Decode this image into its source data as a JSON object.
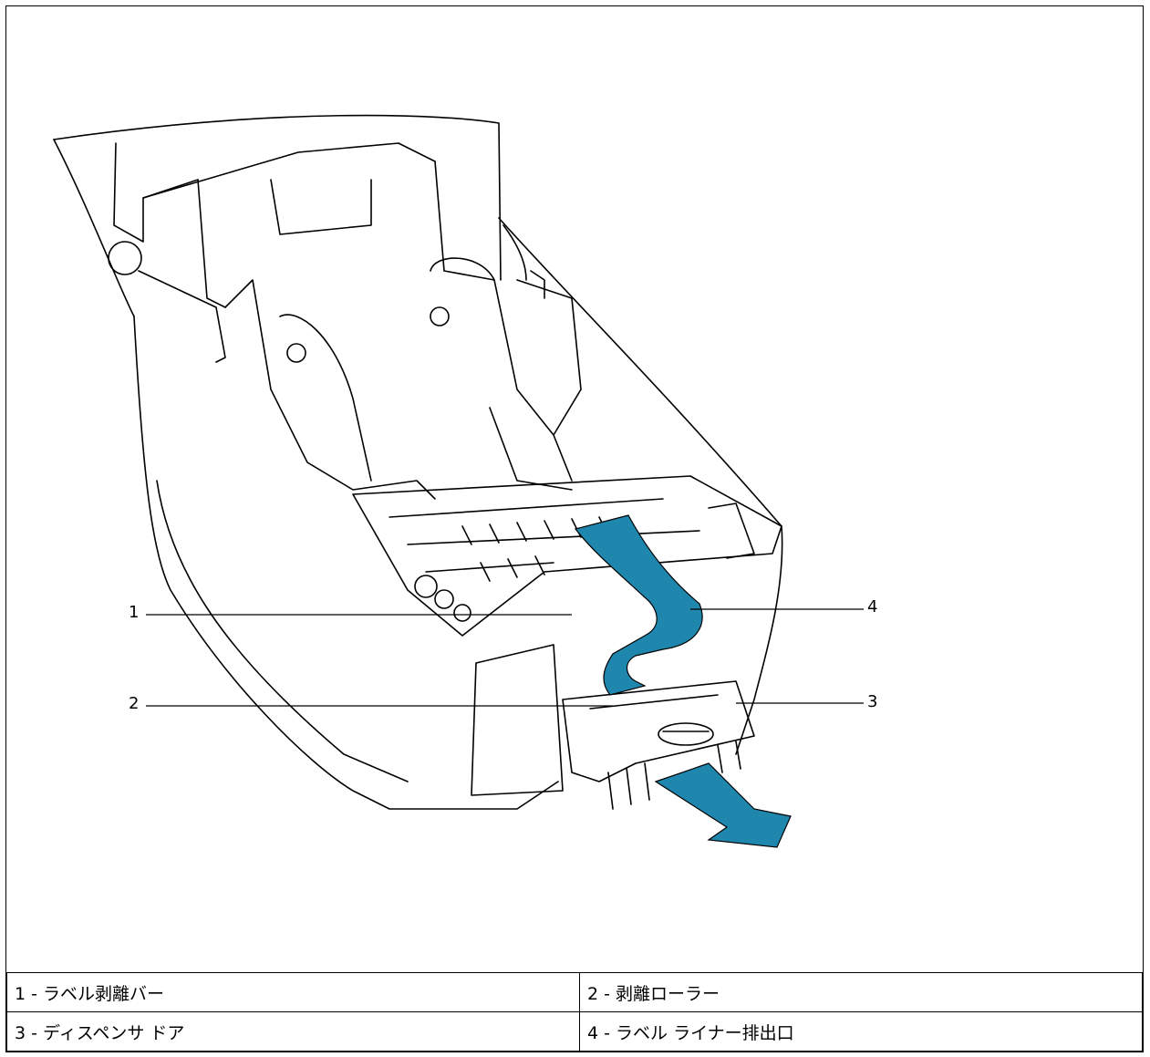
{
  "callouts": [
    {
      "number": "1"
    },
    {
      "number": "2"
    },
    {
      "number": "3"
    },
    {
      "number": "4"
    }
  ],
  "legend": {
    "rows": [
      [
        "1 - ラベル剥離バー",
        "2 - 剥離ローラー"
      ],
      [
        "3 - ディスペンサ ドア",
        "4 - ラベル ライナー排出口"
      ]
    ]
  },
  "colors": {
    "liner": "#1f87ad",
    "outline": "#000000"
  }
}
